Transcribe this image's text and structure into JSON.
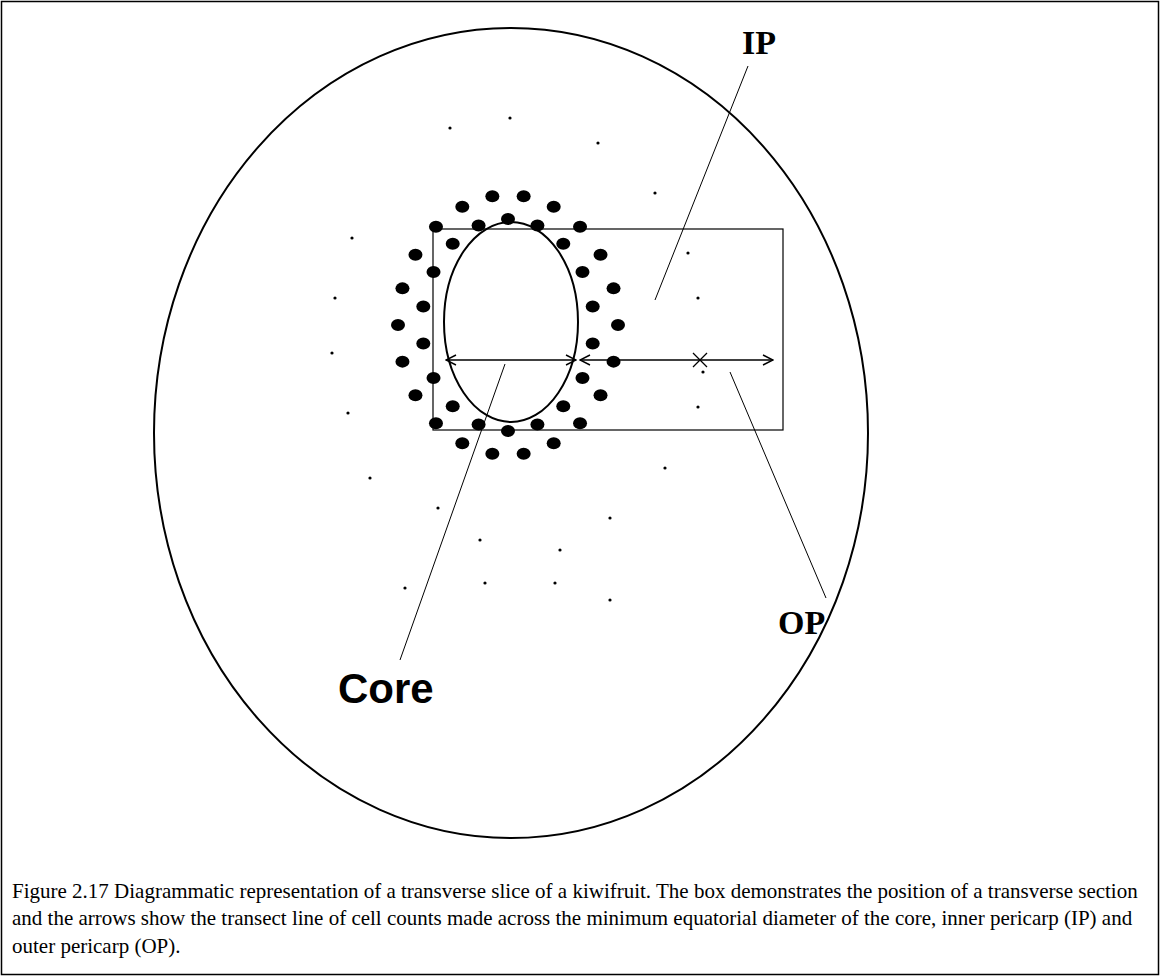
{
  "diagram": {
    "caption": "Figure 2.17 Diagrammatic representation of a transverse slice of a kiwifruit. The box demonstrates the position of a transverse section and the arrows show the transect line of cell counts made across the minimum equatorial diameter of the core, inner pericarp (IP) and outer pericarp (OP).",
    "labels": [
      "IP",
      "OP",
      "Core"
    ]
  }
}
